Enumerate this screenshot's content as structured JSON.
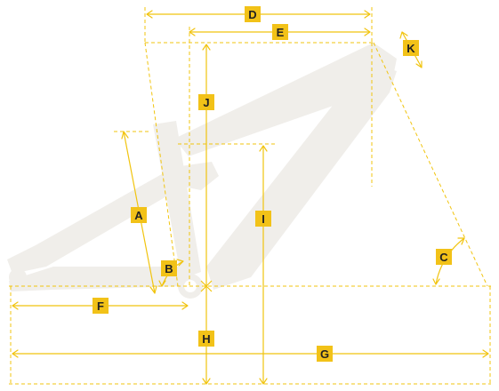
{
  "colors": {
    "accent": "#f2c218",
    "line": "#f1c40f",
    "frame": "#efede8",
    "label_text": "#222222"
  },
  "labels": {
    "A": "A",
    "B": "B",
    "C": "C",
    "D": "D",
    "E": "E",
    "F": "F",
    "G": "G",
    "H": "H",
    "I": "I",
    "J": "J",
    "K": "K"
  }
}
